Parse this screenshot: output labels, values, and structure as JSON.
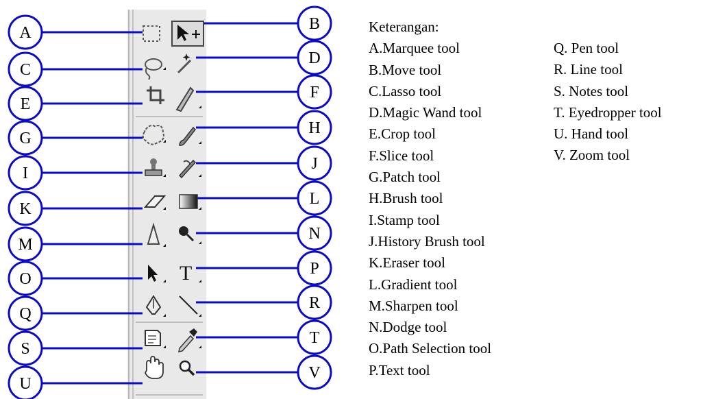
{
  "legend": {
    "heading": "Keterangan:",
    "column1": [
      "A.Marquee tool",
      "B.Move tool",
      "C.Lasso tool",
      "D.Magic Wand tool",
      "E.Crop tool",
      "F.Slice tool",
      "G.Patch tool",
      "H.Brush tool",
      "I.Stamp tool",
      "J.History Brush tool",
      "K.Eraser tool",
      "L.Gradient tool",
      "M.Sharpen tool",
      "N.Dodge tool",
      "O.Path Selection tool",
      "P.Text tool"
    ],
    "column2": [
      "Q. Pen tool",
      "R. Line tool",
      "S. Notes tool",
      "T. Eyedropper tool",
      "U. Hand tool",
      "V. Zoom tool"
    ]
  },
  "callouts": {
    "left": [
      "A",
      "C",
      "E",
      "G",
      "I",
      "K",
      "M",
      "O",
      "Q",
      "S",
      "U"
    ],
    "right": [
      "B",
      "D",
      "F",
      "H",
      "J",
      "L",
      "N",
      "P",
      "R",
      "T",
      "V"
    ]
  },
  "tools": {
    "left": [
      "marquee",
      "lasso",
      "crop",
      "patch",
      "stamp",
      "eraser",
      "sharpen",
      "path-selection",
      "pen",
      "notes",
      "hand"
    ],
    "right": [
      "move",
      "magic-wand",
      "slice",
      "brush",
      "history-brush",
      "gradient",
      "dodge",
      "text",
      "line",
      "eyedropper",
      "zoom"
    ]
  },
  "text_tool_glyph": "T",
  "colors": {
    "callout": "#0a0ac8",
    "toolbar": "#e9e9e9"
  }
}
